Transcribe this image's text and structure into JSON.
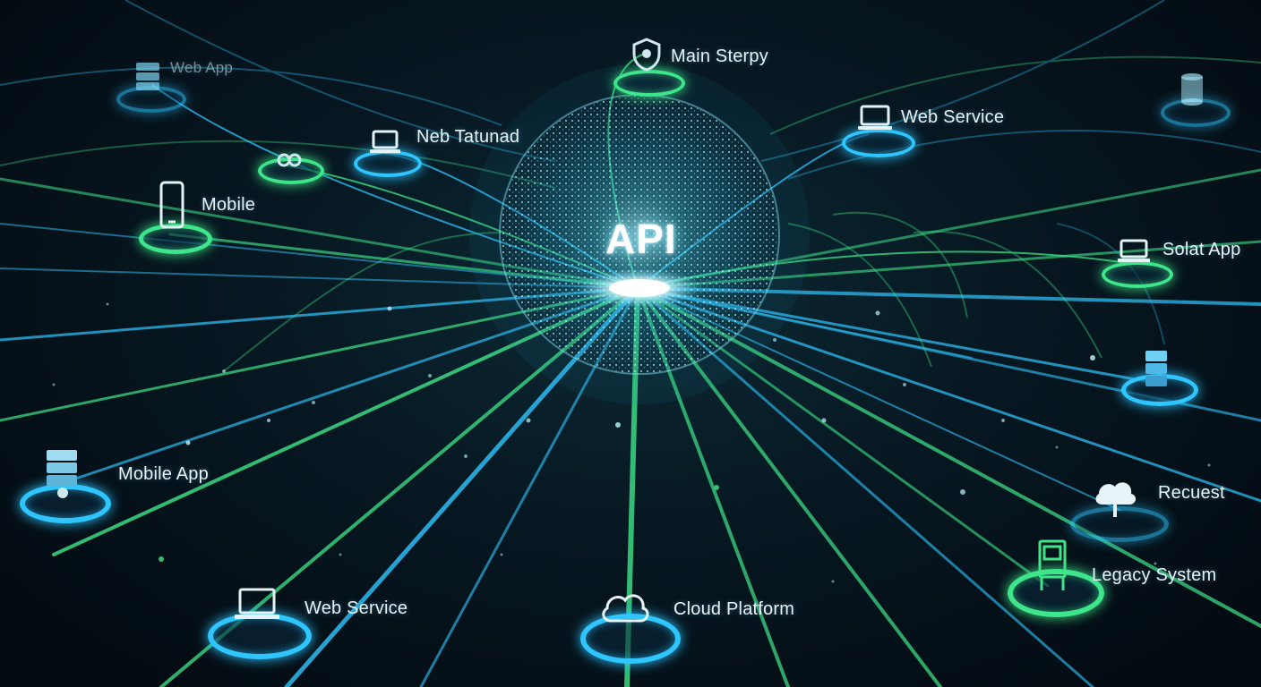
{
  "hub": {
    "title": "API"
  },
  "nodes": [
    {
      "id": "web-app-topleft",
      "label": "Web App",
      "ring_color": "#2fc6ff",
      "icon": "server-icon"
    },
    {
      "id": "main-story",
      "label": "Main Sterpy",
      "ring_color": "#3ee58a",
      "icon": "shield-icon"
    },
    {
      "id": "neb-tutorial",
      "label": "Neb Tatunad",
      "ring_color": "#2fc6ff",
      "icon": "laptop-icon"
    },
    {
      "id": "web-service-top",
      "label": "Web Service",
      "ring_color": "#2fc6ff",
      "icon": "laptop-icon"
    },
    {
      "id": "mobile",
      "label": "Mobile",
      "ring_color": "#3ee58a",
      "icon": "mobile-icon"
    },
    {
      "id": "solat-app",
      "label": "Solat App",
      "ring_color": "#3ee58a",
      "icon": "laptop-icon"
    },
    {
      "id": "mobile-app",
      "label": "Mobile App",
      "ring_color": "#2fc6ff",
      "icon": "server-icon"
    },
    {
      "id": "recuest",
      "label": "Recuest",
      "ring_color": "#2fc6ff",
      "icon": "cloud-icon"
    },
    {
      "id": "legacy-system",
      "label": "Legacy System",
      "ring_color": "#3ee58a",
      "icon": "arcade-icon"
    },
    {
      "id": "web-service-bottom",
      "label": "Web Service",
      "ring_color": "#2fc6ff",
      "icon": "laptop-icon"
    },
    {
      "id": "cloud-platform",
      "label": "Cloud Platform",
      "ring_color": "#2fc6ff",
      "icon": "cloud-icon"
    }
  ],
  "colors": {
    "blue": "#2fc6ff",
    "green": "#3ee58a",
    "background": "#05101a"
  }
}
